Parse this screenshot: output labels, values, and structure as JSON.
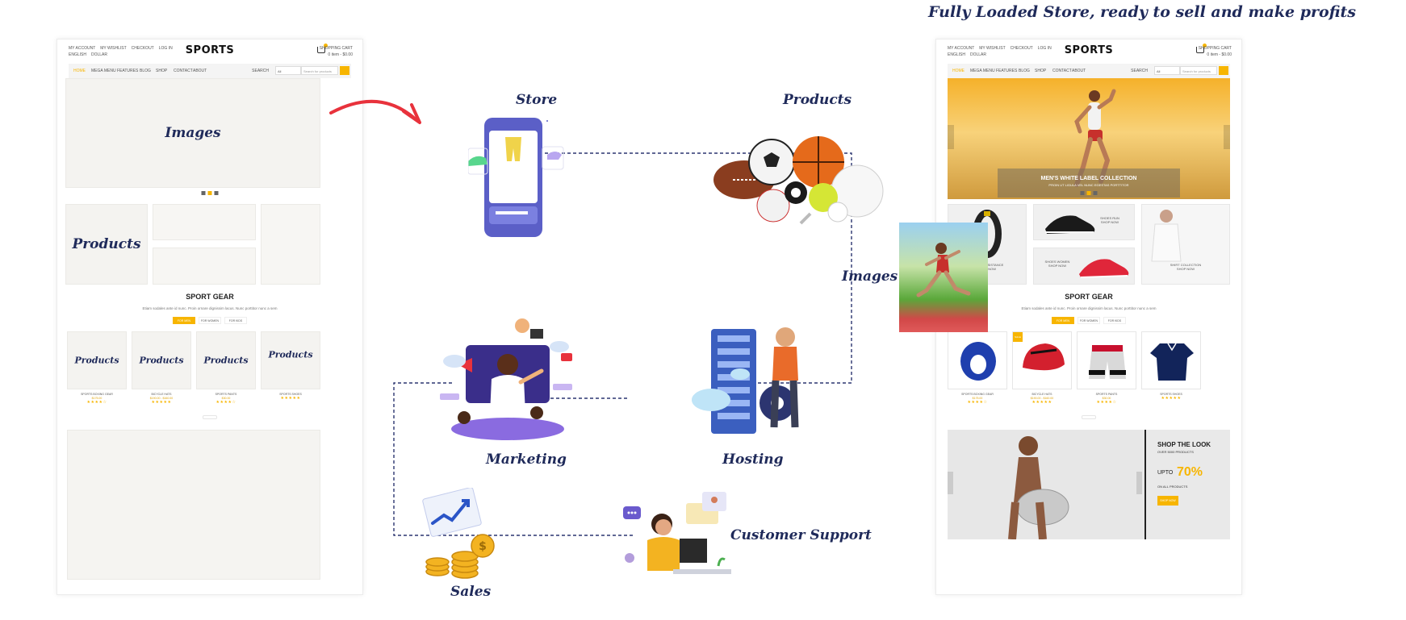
{
  "headline": "Fully Loaded Store, ready to sell and make profits",
  "mock": {
    "topbar_left": [
      "MY ACCOUNT",
      "MY WISHLIST",
      "CHECKOUT",
      "LOG IN"
    ],
    "lang": "ENGLISH",
    "currency": "DOLLAR",
    "logo": "SPORTS",
    "cart_label": "SHOPPING CART",
    "cart_value": "0 item - $0.00",
    "nav": [
      "HOME",
      "MEGA MENU",
      "FEATURES",
      "BLOG",
      "SHOP",
      "CONTACT",
      "ABOUT"
    ],
    "search_label": "SEARCH",
    "search_select": "All",
    "search_placeholder": "Search for products",
    "section_title": "SPORT GEAR",
    "section_sub": "Etiam sodales ante id nunc. Proin ornare dignissim lacus. Nunc porttitor nunc a sem",
    "tabs": [
      "FOR MEN",
      "FOR WOMEN",
      "FOR KIDS"
    ],
    "products": [
      {
        "name": "SPORTS BOXING GEAR",
        "price": "$175.00",
        "rating": 4
      },
      {
        "name": "BICYCLE HATS",
        "price": "$190.00 - $160.00",
        "rating": 5
      },
      {
        "name": "SPORTS PANTS",
        "price": "$30.00",
        "rating": 4
      },
      {
        "name": "SPORTS SHOES",
        "price": "",
        "rating": 5
      }
    ]
  },
  "left_placeholders": {
    "images": "Images",
    "products": "Products"
  },
  "right_store": {
    "hero_title": "MEN'S WHITE LABEL COLLECTION",
    "hero_sub": "PROIN UT LIGULA VEL NUNC EGESTAS PORTTITOR",
    "promo": [
      {
        "title": "WATCH RESISTANCE",
        "link": "SHOP NOW"
      },
      {
        "title": "SHOES RUN",
        "link": "SHOP NOW"
      },
      {
        "title": "SHOES WOMEN",
        "link": "SHOP NOW"
      },
      {
        "title": "SHIRT COLLECTION",
        "link": "SHOP NOW"
      }
    ],
    "sale_badge": "SALE",
    "look_title": "SHOP THE LOOK",
    "look_sub": "OVER 5000 PRODUCTS",
    "look_upto": "UPTO",
    "look_pct": "70%",
    "look_off": "ON ALL PRODUCTS",
    "look_btn": "SHOP NOW"
  },
  "diagram_labels": {
    "store": "Store",
    "products": "Products",
    "images": "Images",
    "marketing": "Marketing",
    "hosting": "Hosting",
    "customer_support": "Customer Support",
    "sales": "Sales"
  },
  "colors": {
    "accent": "#f7b500",
    "label": "#1f2a5a",
    "arrow": "#e8323c",
    "phone": "#5b5fc7"
  }
}
